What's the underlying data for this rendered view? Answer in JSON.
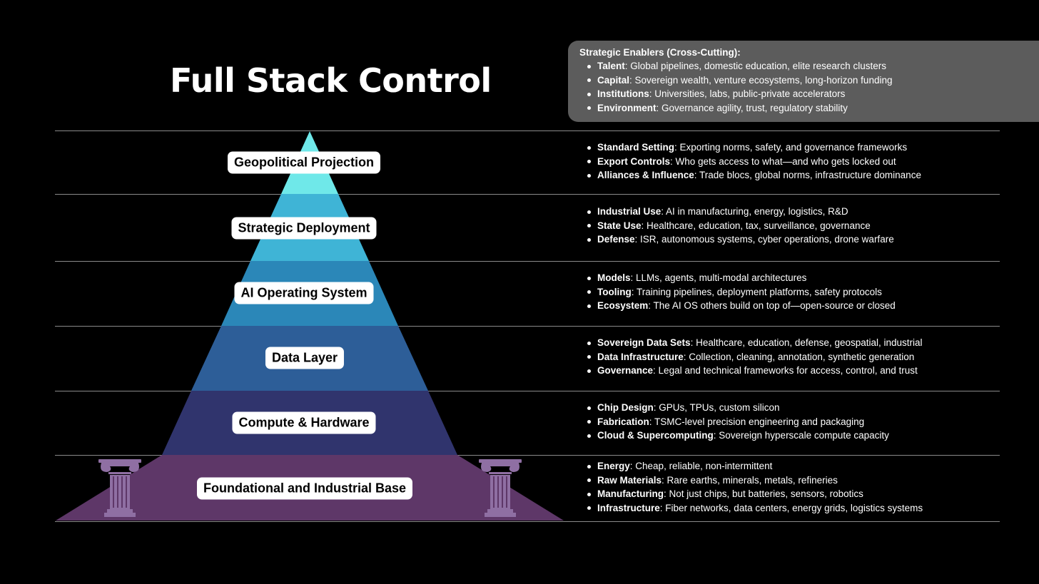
{
  "title": "Full Stack Control",
  "enablers": {
    "heading": "Strategic Enablers (Cross-Cutting):",
    "items": [
      {
        "term": "Talent",
        "desc": ": Global pipelines, domestic education, elite research clusters"
      },
      {
        "term": "Capital",
        "desc": ": Sovereign wealth, venture ecosystems, long-horizon funding"
      },
      {
        "term": "Institutions",
        "desc": ": Universities, labs, public-private accelerators"
      },
      {
        "term": "Environment",
        "desc": ": Governance agility, trust, regulatory stability"
      }
    ]
  },
  "layers": [
    {
      "label": "Geopolitical Projection",
      "color": "#6fe8e9",
      "items": [
        {
          "term": "Standard Setting",
          "desc": ": Exporting norms, safety, and governance frameworks"
        },
        {
          "term": "Export Controls",
          "desc": ": Who gets access to what—and who gets locked out"
        },
        {
          "term": "Alliances & Influence",
          "desc": ": Trade blocs, global norms, infrastructure dominance"
        }
      ]
    },
    {
      "label": "Strategic Deployment",
      "color": "#3fb4d6",
      "items": [
        {
          "term": "Industrial Use",
          "desc": ": AI in manufacturing, energy, logistics, R&D"
        },
        {
          "term": "State Use",
          "desc": ": Healthcare, education, tax, surveillance, governance"
        },
        {
          "term": "Defense",
          "desc": ": ISR, autonomous systems, cyber operations, drone warfare"
        }
      ]
    },
    {
      "label": "AI Operating System",
      "color": "#2b87b8",
      "items": [
        {
          "term": "Models",
          "desc": ": LLMs, agents, multi-modal architectures"
        },
        {
          "term": "Tooling",
          "desc": ": Training pipelines, deployment platforms, safety protocols"
        },
        {
          "term": "Ecosystem",
          "desc": ": The AI OS others build on top of—open-source or closed"
        }
      ]
    },
    {
      "label": "Data Layer",
      "color": "#2d5e98",
      "items": [
        {
          "term": "Sovereign Data Sets",
          "desc": ": Healthcare, education, defense, geospatial, industrial"
        },
        {
          "term": "Data Infrastructure",
          "desc": ": Collection, cleaning, annotation, synthetic generation"
        },
        {
          "term": "Governance",
          "desc": ": Legal and technical frameworks for access, control, and trust"
        }
      ]
    },
    {
      "label": "Compute & Hardware",
      "color": "#30346d",
      "items": [
        {
          "term": "Chip Design",
          "desc": ": GPUs, TPUs, custom silicon"
        },
        {
          "term": "Fabrication",
          "desc": ": TSMC-level precision engineering and packaging"
        },
        {
          "term": "Cloud & Supercomputing",
          "desc": ": Sovereign hyperscale compute capacity"
        }
      ]
    },
    {
      "label": "Foundational and Industrial Base",
      "color": "#5e3768",
      "items": [
        {
          "term": "Energy",
          "desc": ": Cheap, reliable, non-intermittent"
        },
        {
          "term": "Raw Materials",
          "desc": ": Rare earths, minerals, metals, refineries"
        },
        {
          "term": "Manufacturing",
          "desc": ": Not just chips, but batteries, sensors, robotics"
        },
        {
          "term": "Infrastructure",
          "desc": ": Fiber networks, data centers, energy grids, logistics systems"
        }
      ]
    }
  ],
  "colors": {
    "background": "#000000",
    "enablers_box": "#5c5c5c",
    "divider": "#8a8a8a",
    "column": "#8f6fa3"
  },
  "icons": {
    "left_pillar": "greek-column-icon",
    "right_pillar": "greek-column-icon"
  }
}
